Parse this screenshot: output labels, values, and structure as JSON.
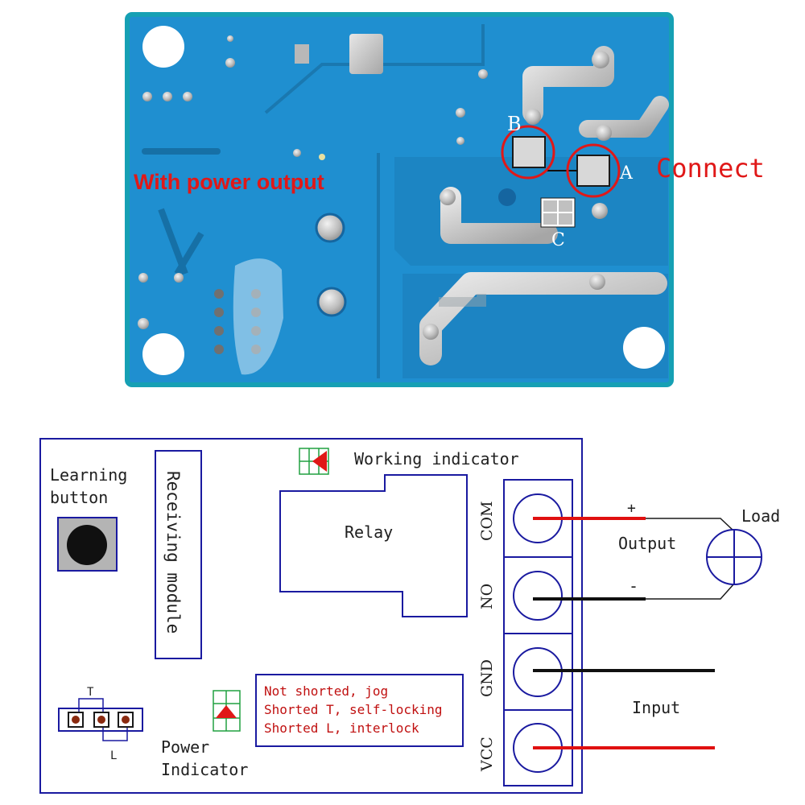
{
  "photo": {
    "board_color": "#1f8fd0",
    "pad_color": "#c8c8c8",
    "marker_color": "#e01818",
    "text_power_output": "With power output",
    "text_connect": "Connect",
    "pad_a": "A",
    "pad_b": "B",
    "pad_c": "C"
  },
  "diagram": {
    "line_color": "#1a1aa0",
    "text_color": "#202020",
    "learning_button": "Learning\nbutton",
    "receiving_module": "Receiving module",
    "working_indicator": "Working indicator",
    "relay": "Relay",
    "terminals": [
      "COM",
      "NO",
      "GND",
      "VCC"
    ],
    "output": "Output",
    "plus": "+",
    "minus": "-",
    "load": "Load",
    "input": "Input",
    "jumper_t": "T",
    "jumper_l": "L",
    "power_indicator": "Power\nIndicator",
    "mode_lines": [
      "Not shorted, jog",
      "Shorted T, self-locking",
      "Shorted L, interlock"
    ],
    "wire_red": "#e01010",
    "wire_black": "#101010"
  }
}
